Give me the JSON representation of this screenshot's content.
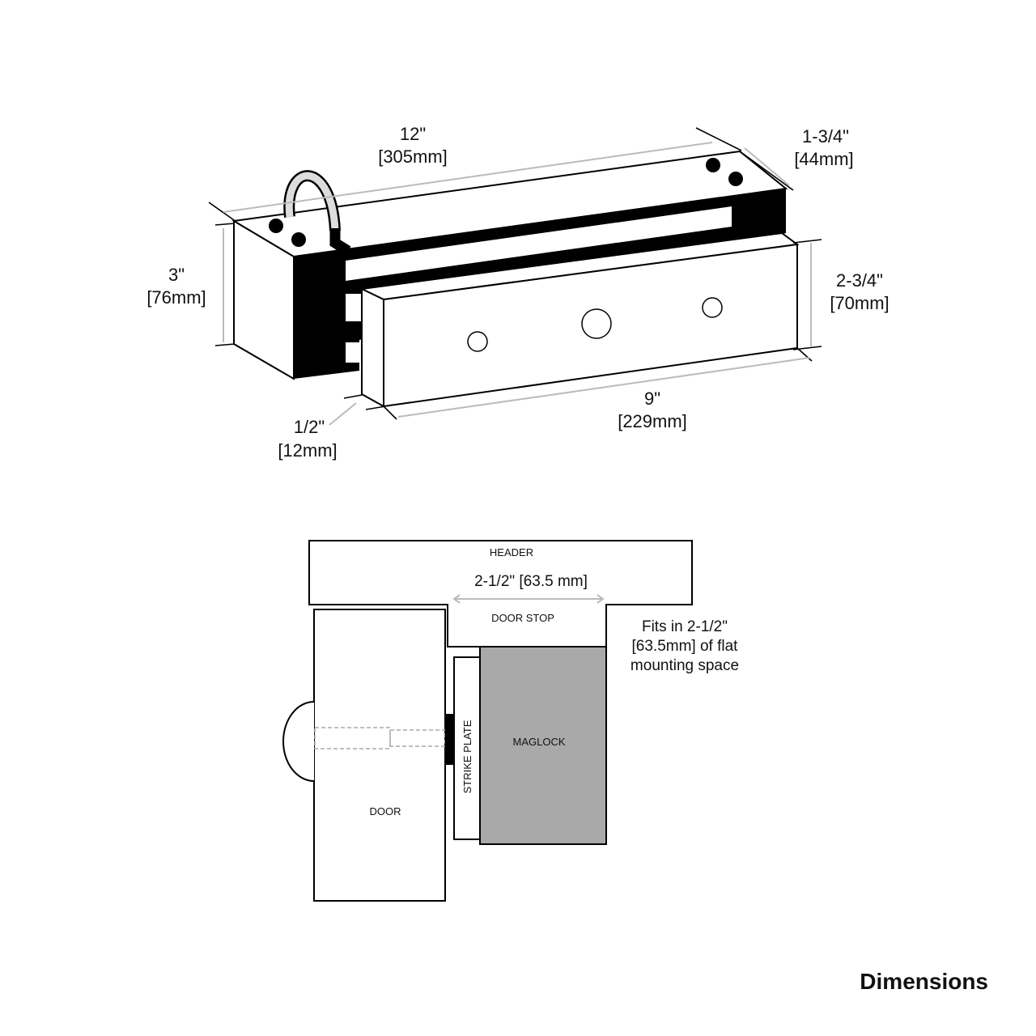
{
  "title": "Dimensions",
  "product_view": {
    "length": {
      "imperial": "12\"",
      "metric": "[305mm]"
    },
    "depth": {
      "imperial": "1-3/4\"",
      "metric": "[44mm]"
    },
    "height": {
      "imperial": "3\"",
      "metric": "[76mm]"
    },
    "plate_height": {
      "imperial": "2-3/4\"",
      "metric": "[70mm]"
    },
    "plate_length": {
      "imperial": "9\"",
      "metric": "[229mm]"
    },
    "plate_thickness": {
      "imperial": "1/2\"",
      "metric": "[12mm]"
    }
  },
  "install_view": {
    "header": "HEADER",
    "door_stop": "DOOR STOP",
    "door": "DOOR",
    "strike_plate": "STRIKE PLATE",
    "maglock": "MAGLOCK",
    "mount_width": "2-1/2\" [63.5 mm]",
    "note_lines": [
      "Fits in 2-1/2\"",
      "[63.5mm] of flat",
      "mounting space"
    ]
  },
  "colors": {
    "maglock_fill": "#a9a9a9",
    "dimension_line": "#bbbbbb",
    "ink": "#000000"
  }
}
